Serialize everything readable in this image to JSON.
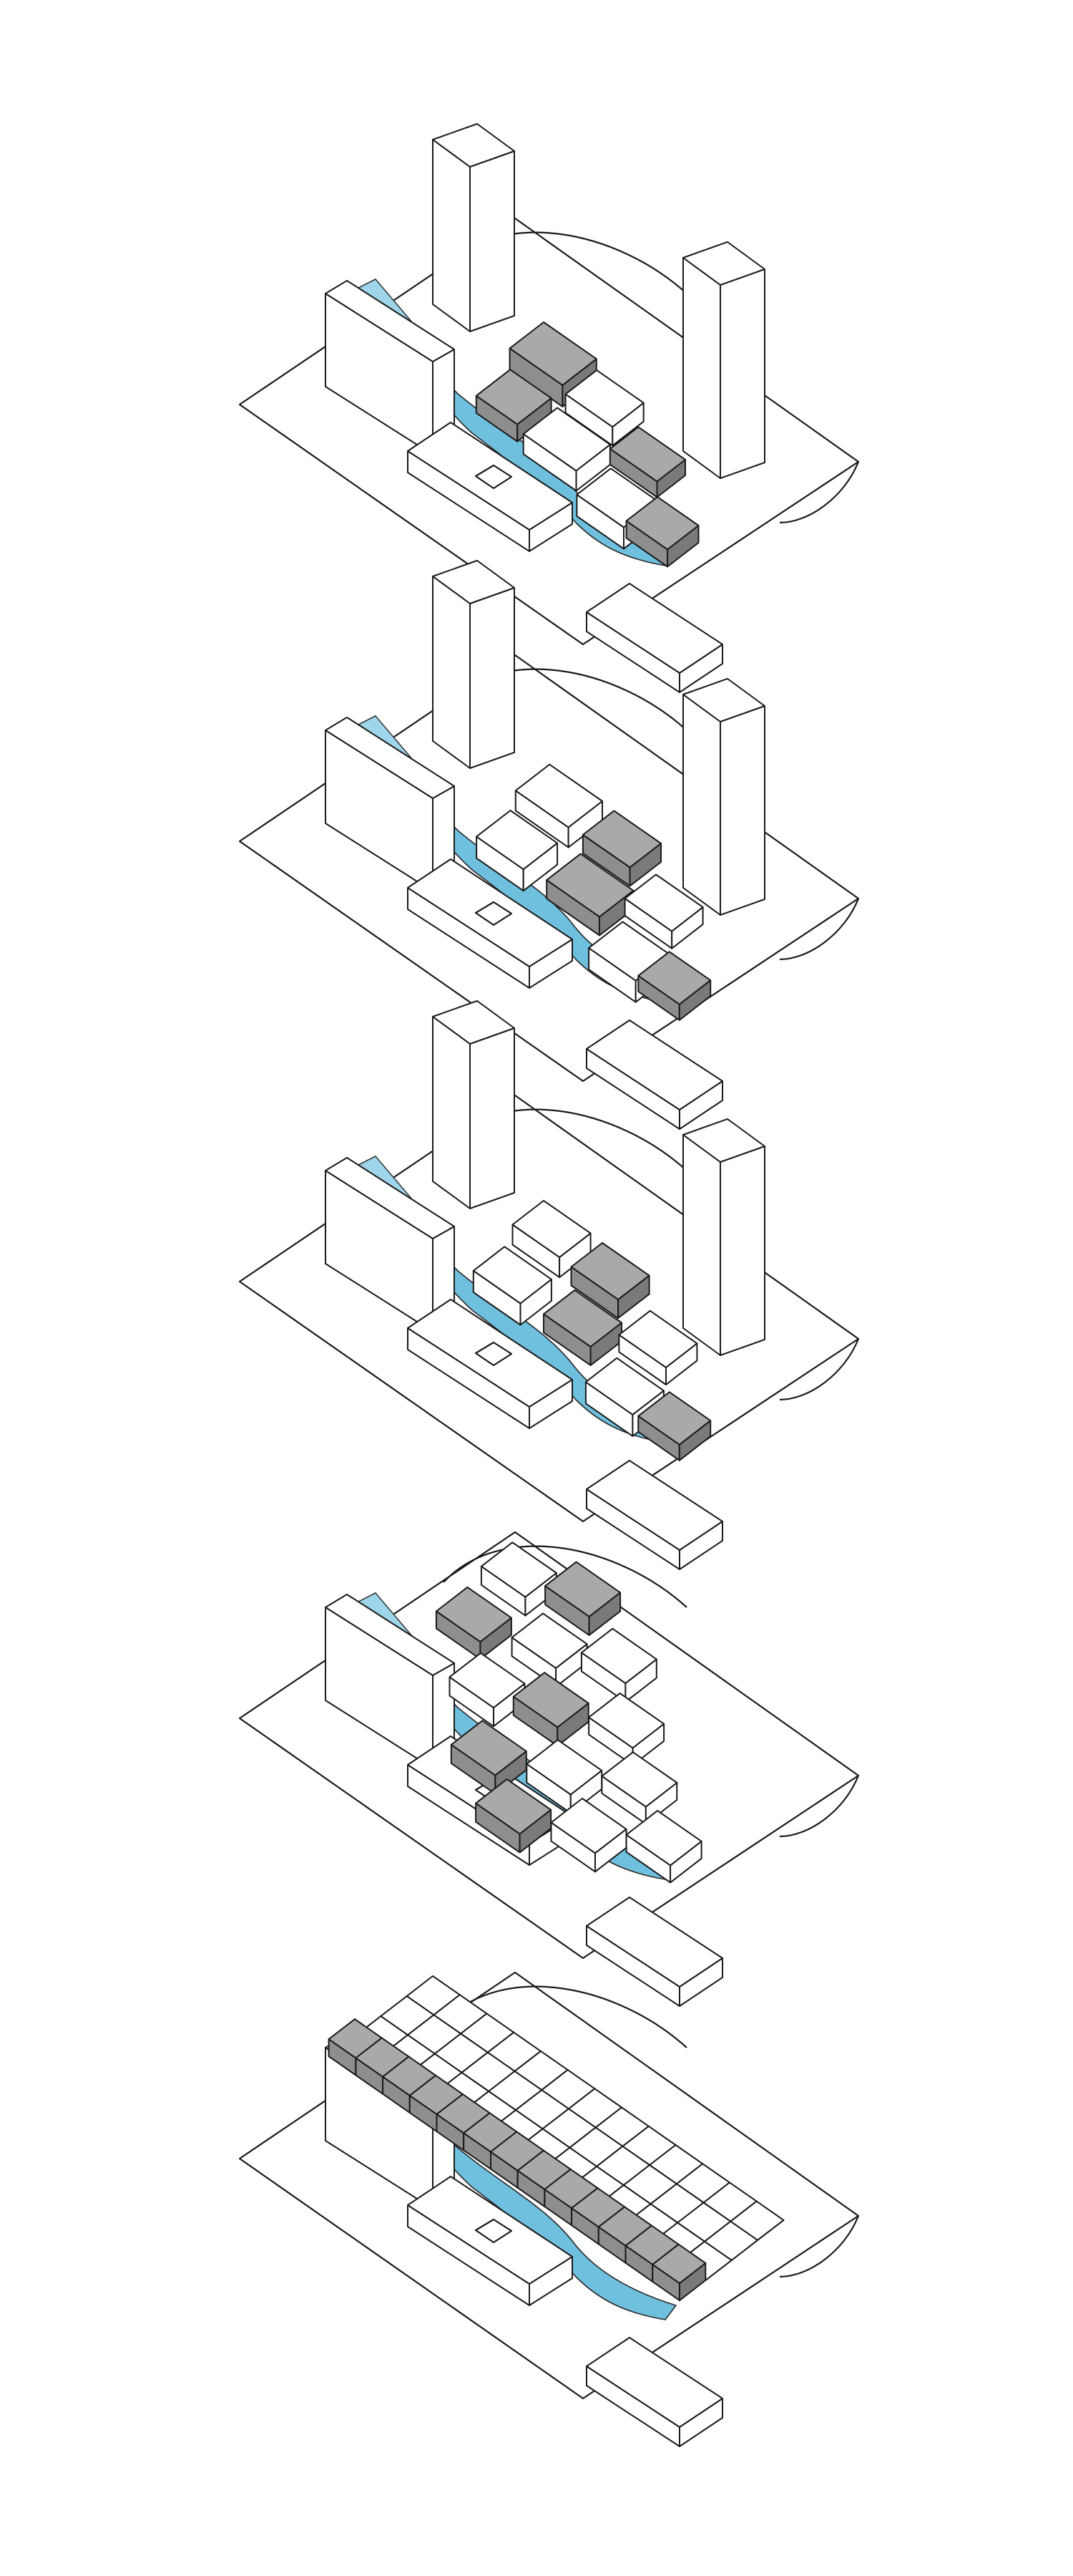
{
  "colors": {
    "water": "#6fc0de",
    "water_highlight": "#9fd5ea",
    "line": "#1a1a1a",
    "highlight_top": "#a9a9a9",
    "highlight_left": "#8e8e8e",
    "highlight_right": "#7a7a7a",
    "plain_top": "#ffffff",
    "plain_left": "#ffffff",
    "plain_right": "#ffffff",
    "background": "#ffffff"
  },
  "stages": [
    {
      "id": "stage-1",
      "towers": 2,
      "grid": false
    },
    {
      "id": "stage-2",
      "towers": 2,
      "grid": false
    },
    {
      "id": "stage-3",
      "towers": 2,
      "grid": false
    },
    {
      "id": "stage-4",
      "towers": 0,
      "grid": false
    },
    {
      "id": "stage-5",
      "towers": 0,
      "grid": true
    }
  ]
}
